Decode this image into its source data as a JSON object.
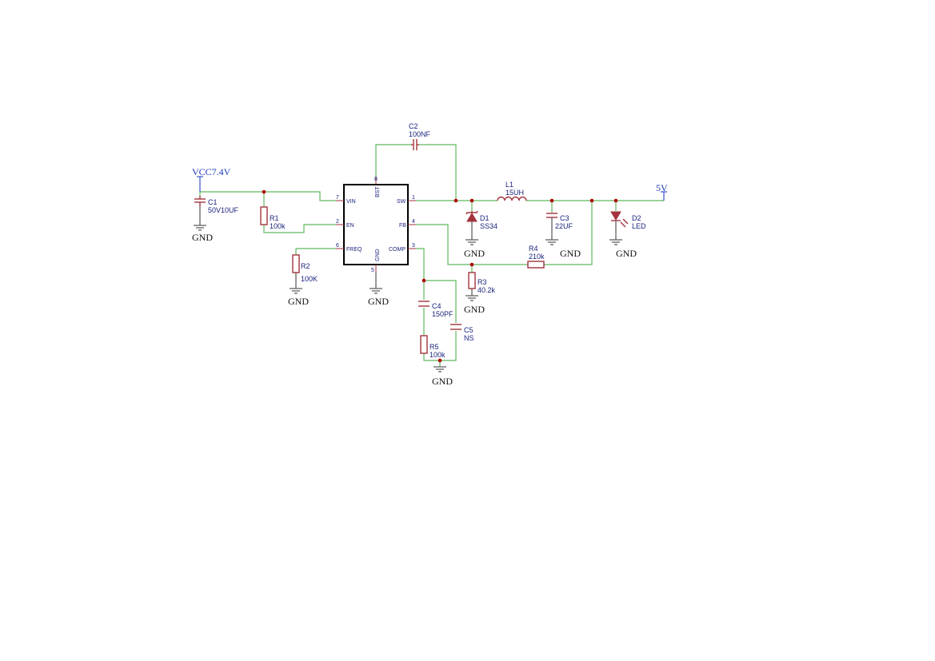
{
  "power_nets": {
    "vin": "VCC7.4V",
    "vout": "5V"
  },
  "ground_label": "GND",
  "ic": {
    "pins": [
      {
        "num": "7",
        "name": "VIN"
      },
      {
        "num": "2",
        "name": "EN"
      },
      {
        "num": "6",
        "name": "FREQ"
      },
      {
        "num": "1",
        "name": "SW"
      },
      {
        "num": "4",
        "name": "FB"
      },
      {
        "num": "3",
        "name": "COMP"
      },
      {
        "num": "8",
        "name": "BST"
      },
      {
        "num": "5",
        "name": "GND"
      }
    ]
  },
  "components": {
    "C1": {
      "ref": "C1",
      "value": "50V10UF"
    },
    "R1": {
      "ref": "R1",
      "value": "100k"
    },
    "R2": {
      "ref": "R2",
      "value": "100K"
    },
    "C2": {
      "ref": "C2",
      "value": "100NF"
    },
    "L1": {
      "ref": "L1",
      "value": "15UH"
    },
    "D1": {
      "ref": "D1",
      "value": "SS34"
    },
    "C3": {
      "ref": "C3",
      "value": "22UF"
    },
    "D2": {
      "ref": "D2",
      "value": "LED"
    },
    "R4": {
      "ref": "R4",
      "value": "210k"
    },
    "R3": {
      "ref": "R3",
      "value": "40.2k"
    },
    "C4": {
      "ref": "C4",
      "value": "150PF"
    },
    "R5": {
      "ref": "R5",
      "value": "100k"
    },
    "C5": {
      "ref": "C5",
      "value": "NS"
    }
  },
  "colors": {
    "wire": "#5fb85f",
    "component": "#a3333d",
    "ground": "#555555",
    "power_flag": "#3a4fd0",
    "junction": "#b00000",
    "label": "#1a237e"
  }
}
